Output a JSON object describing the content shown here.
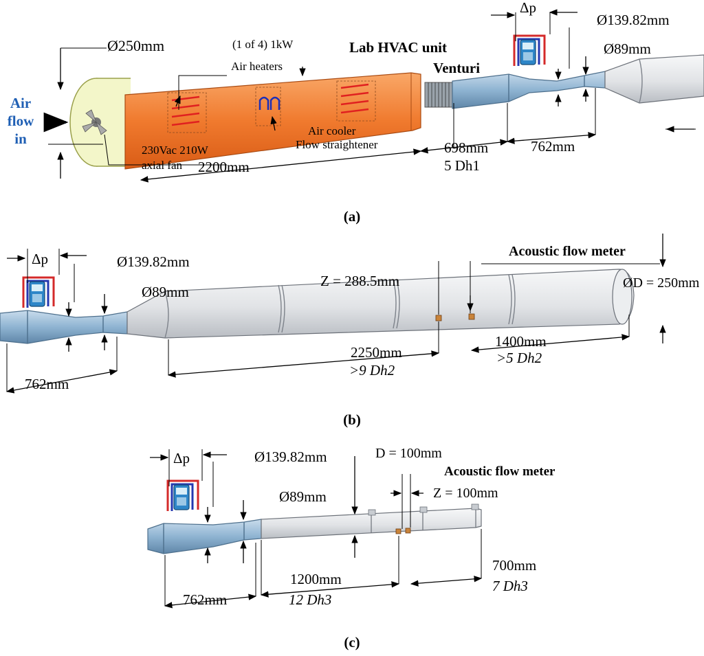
{
  "colors": {
    "duct_orange": "#f07a2e",
    "pipe_grey": "#e2e4e6",
    "venturi_blue": "#8fb6d4",
    "air_blue": "#1f5fb4",
    "heater_red": "#e02020",
    "cooler_blue": "#1d2fb8",
    "fan_yellow": "#f3f6c9"
  },
  "panel_a": {
    "caption": "(a)",
    "air_flow_in": [
      "Air",
      "flow",
      "in"
    ],
    "dia_250": "Ø250mm",
    "heaters_1": "(1 of 4) 1kW",
    "heaters_2": "Air heaters",
    "hvac": "Lab HVAC unit",
    "venturi": "Venturi",
    "dp": "Δp",
    "dia_139": "Ø139.82mm",
    "dia_89": "Ø89mm",
    "fan_1": "230Vac 210W",
    "fan_2": "axial fan",
    "cooler": "Air cooler",
    "straightener": "Flow straightener",
    "len_2200": "2200mm",
    "len_698": "698mm",
    "dh1": "5 Dh1",
    "len_762": "762mm"
  },
  "panel_b": {
    "caption": "(b)",
    "dp": "Δp",
    "dia_139": "Ø139.82mm",
    "dia_89": "Ø89mm",
    "z": "Z = 288.5mm",
    "acoustic": "Acoustic flow meter",
    "dia_d": "ØD = 250mm",
    "len_2250": "2250mm",
    "dh2a": ">9 Dh2",
    "len_1400": "1400mm",
    "dh2b": ">5 Dh2",
    "len_762": "762mm"
  },
  "panel_c": {
    "caption": "(c)",
    "dp": "Δp",
    "dia_139": "Ø139.82mm",
    "d100": "D = 100mm",
    "acoustic": "Acoustic flow meter",
    "dia_89": "Ø89mm",
    "z": "Z = 100mm",
    "len_700": "700mm",
    "dh3a": "7 Dh3",
    "len_1200": "1200mm",
    "dh3b": "12 Dh3",
    "len_762": "762mm"
  }
}
